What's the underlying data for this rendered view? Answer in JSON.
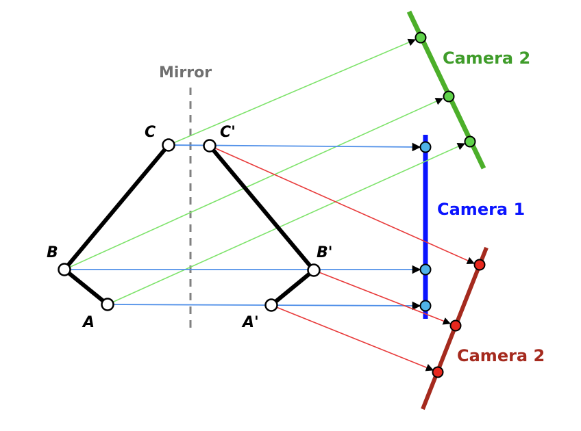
{
  "mirror": {
    "label": "Mirror",
    "color": "#808080"
  },
  "cameras": {
    "green": {
      "label": "Camera 2",
      "color": "#4caf2a",
      "ray_color": "#7ee36b",
      "point_color": "#5fd24a"
    },
    "blue": {
      "label": "Camera 1",
      "color": "#0a14ff",
      "ray_color": "#4f8fe8",
      "point_color": "#4fb3e8"
    },
    "red": {
      "label": "Camera 2",
      "color": "#a52a1e",
      "ray_color": "#e83a3a",
      "point_color": "#e8281e"
    }
  },
  "points": {
    "A": "A",
    "B": "B",
    "C": "C",
    "A_prime": "A'",
    "B_prime": "B'",
    "C_prime": "C'"
  }
}
